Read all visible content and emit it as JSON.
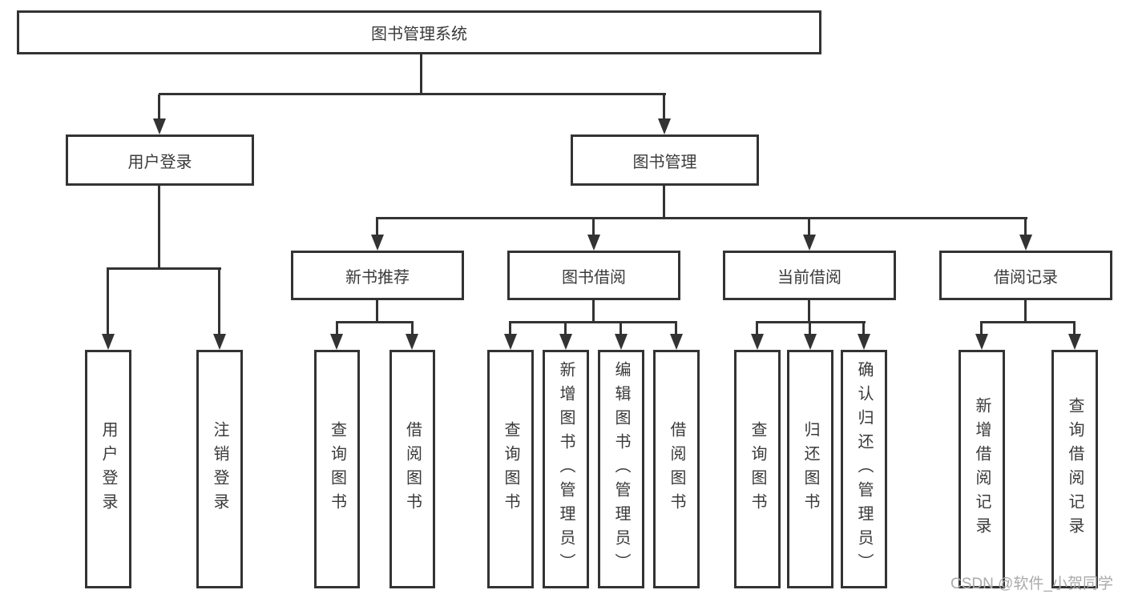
{
  "diagram": {
    "root": {
      "label": "图书管理系统"
    },
    "branches": [
      {
        "label": "用户登录",
        "children": [
          {
            "label": "用户登录"
          },
          {
            "label": "注销登录"
          }
        ]
      },
      {
        "label": "图书管理",
        "children": [
          {
            "label": "新书推荐",
            "children": [
              {
                "label": "查询图书"
              },
              {
                "label": "借阅图书"
              }
            ]
          },
          {
            "label": "图书借阅",
            "children": [
              {
                "label": "查询图书"
              },
              {
                "label": "新增图书（管理员）"
              },
              {
                "label": "编辑图书（管理员）"
              },
              {
                "label": "借阅图书"
              }
            ]
          },
          {
            "label": "当前借阅",
            "children": [
              {
                "label": "查询图书"
              },
              {
                "label": "归还图书"
              },
              {
                "label": "确认归还（管理员）"
              }
            ]
          },
          {
            "label": "借阅记录",
            "children": [
              {
                "label": "新增借阅记录"
              },
              {
                "label": "查询借阅记录"
              }
            ]
          }
        ]
      }
    ]
  },
  "watermark": {
    "text": "CSDN @软件_小贺同学"
  },
  "colors": {
    "line": "#333333",
    "text": "#3a3a3a",
    "background": "#ffffff",
    "watermark": "#aaaaaa"
  }
}
